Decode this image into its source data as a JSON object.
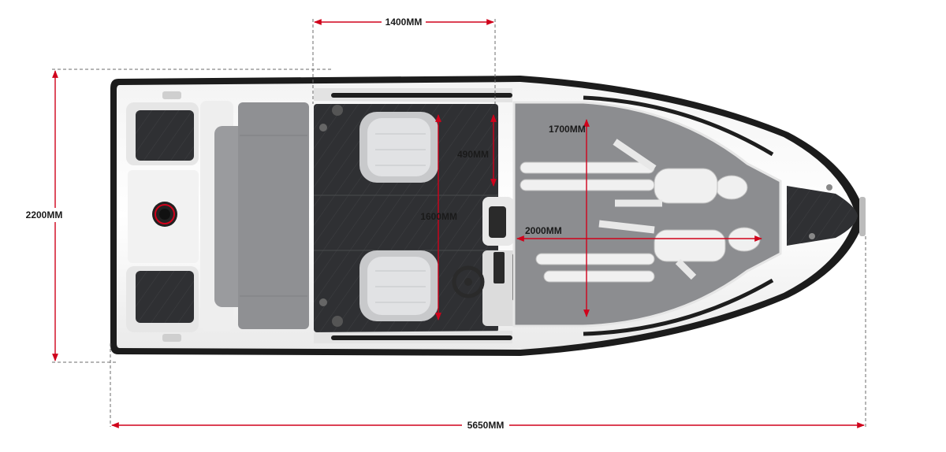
{
  "dimensions": {
    "cockpit_width": "1400MM",
    "beam": "2200MM",
    "length": "5650MM",
    "seat_depth": "490MM",
    "cockpit_length": "1600MM",
    "mannequin_length": "1700MM",
    "sunbed_length": "2000MM"
  },
  "colors": {
    "dimension_line": "#d0021b",
    "hull_outline": "#1e1e1e",
    "deck_teak": "#2e2f31",
    "upholstery": "#d7d8da"
  },
  "icons": [
    "boat-hull-top-view",
    "mannequin-figure",
    "helm-seat-icon",
    "steering-wheel-icon",
    "gps-display-icon",
    "exhaust-port-icon"
  ]
}
